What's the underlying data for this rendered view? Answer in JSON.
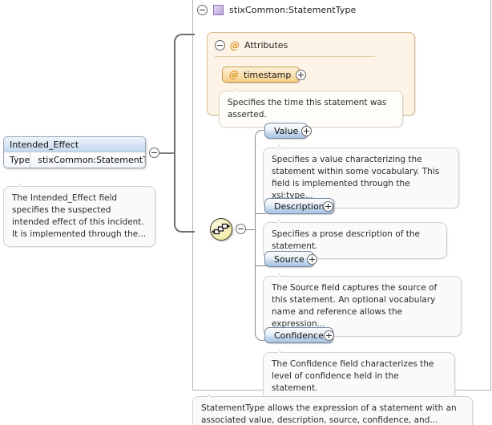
{
  "diagram": {
    "type": "xml-schema-element-diagram",
    "root_element": {
      "name": "Intended_Effect",
      "type_row_label": "Type",
      "type_row_value": "stixCommon:StatementType",
      "documentation": "The Intended_Effect field specifies the suspected intended effect of this incident. It is implemented through the..."
    },
    "complex_type": {
      "name": "stixCommon:StatementType",
      "icon": "purple-type-square",
      "documentation": "StatementType allows the expression of a statement with an associated value, description, source, confidence, and...",
      "attributes_group": {
        "label": "Attributes",
        "icon": "at-symbol",
        "items": [
          {
            "name": "timestamp",
            "icon": "at-symbol",
            "toggle": "plus",
            "documentation": "Specifies the time this statement was asserted."
          }
        ]
      },
      "compositor": {
        "kind": "sequence",
        "toggle": "minus"
      },
      "elements": [
        {
          "name": "Value",
          "toggle": "plus",
          "documentation": "Specifies a value characterizing the statement within some vocabulary. This field is implemented through the xsi:type..."
        },
        {
          "name": "Description",
          "toggle": "plus",
          "documentation": "Specifies a prose description of the statement."
        },
        {
          "name": "Source",
          "toggle": "plus",
          "documentation": "The Source field captures the source of this statement. An optional vocabulary name and reference allows the expression..."
        },
        {
          "name": "Confidence",
          "toggle": "plus",
          "documentation": "The Confidence field characterizes the level of confidence held in the statement."
        }
      ]
    },
    "colors": {
      "element_fill": "#a7c4e2",
      "element_border": "#7a8ca3",
      "attribute_fill": "#f6cf87",
      "attribute_border": "#c89a4e",
      "attributes_panel_bg": "#fdf4e7",
      "type_icon": "#b9a2d8",
      "compositor_fill": "#f4f0b8",
      "doc_bubble_bg": "#fafafa",
      "connector": "#808080"
    }
  }
}
